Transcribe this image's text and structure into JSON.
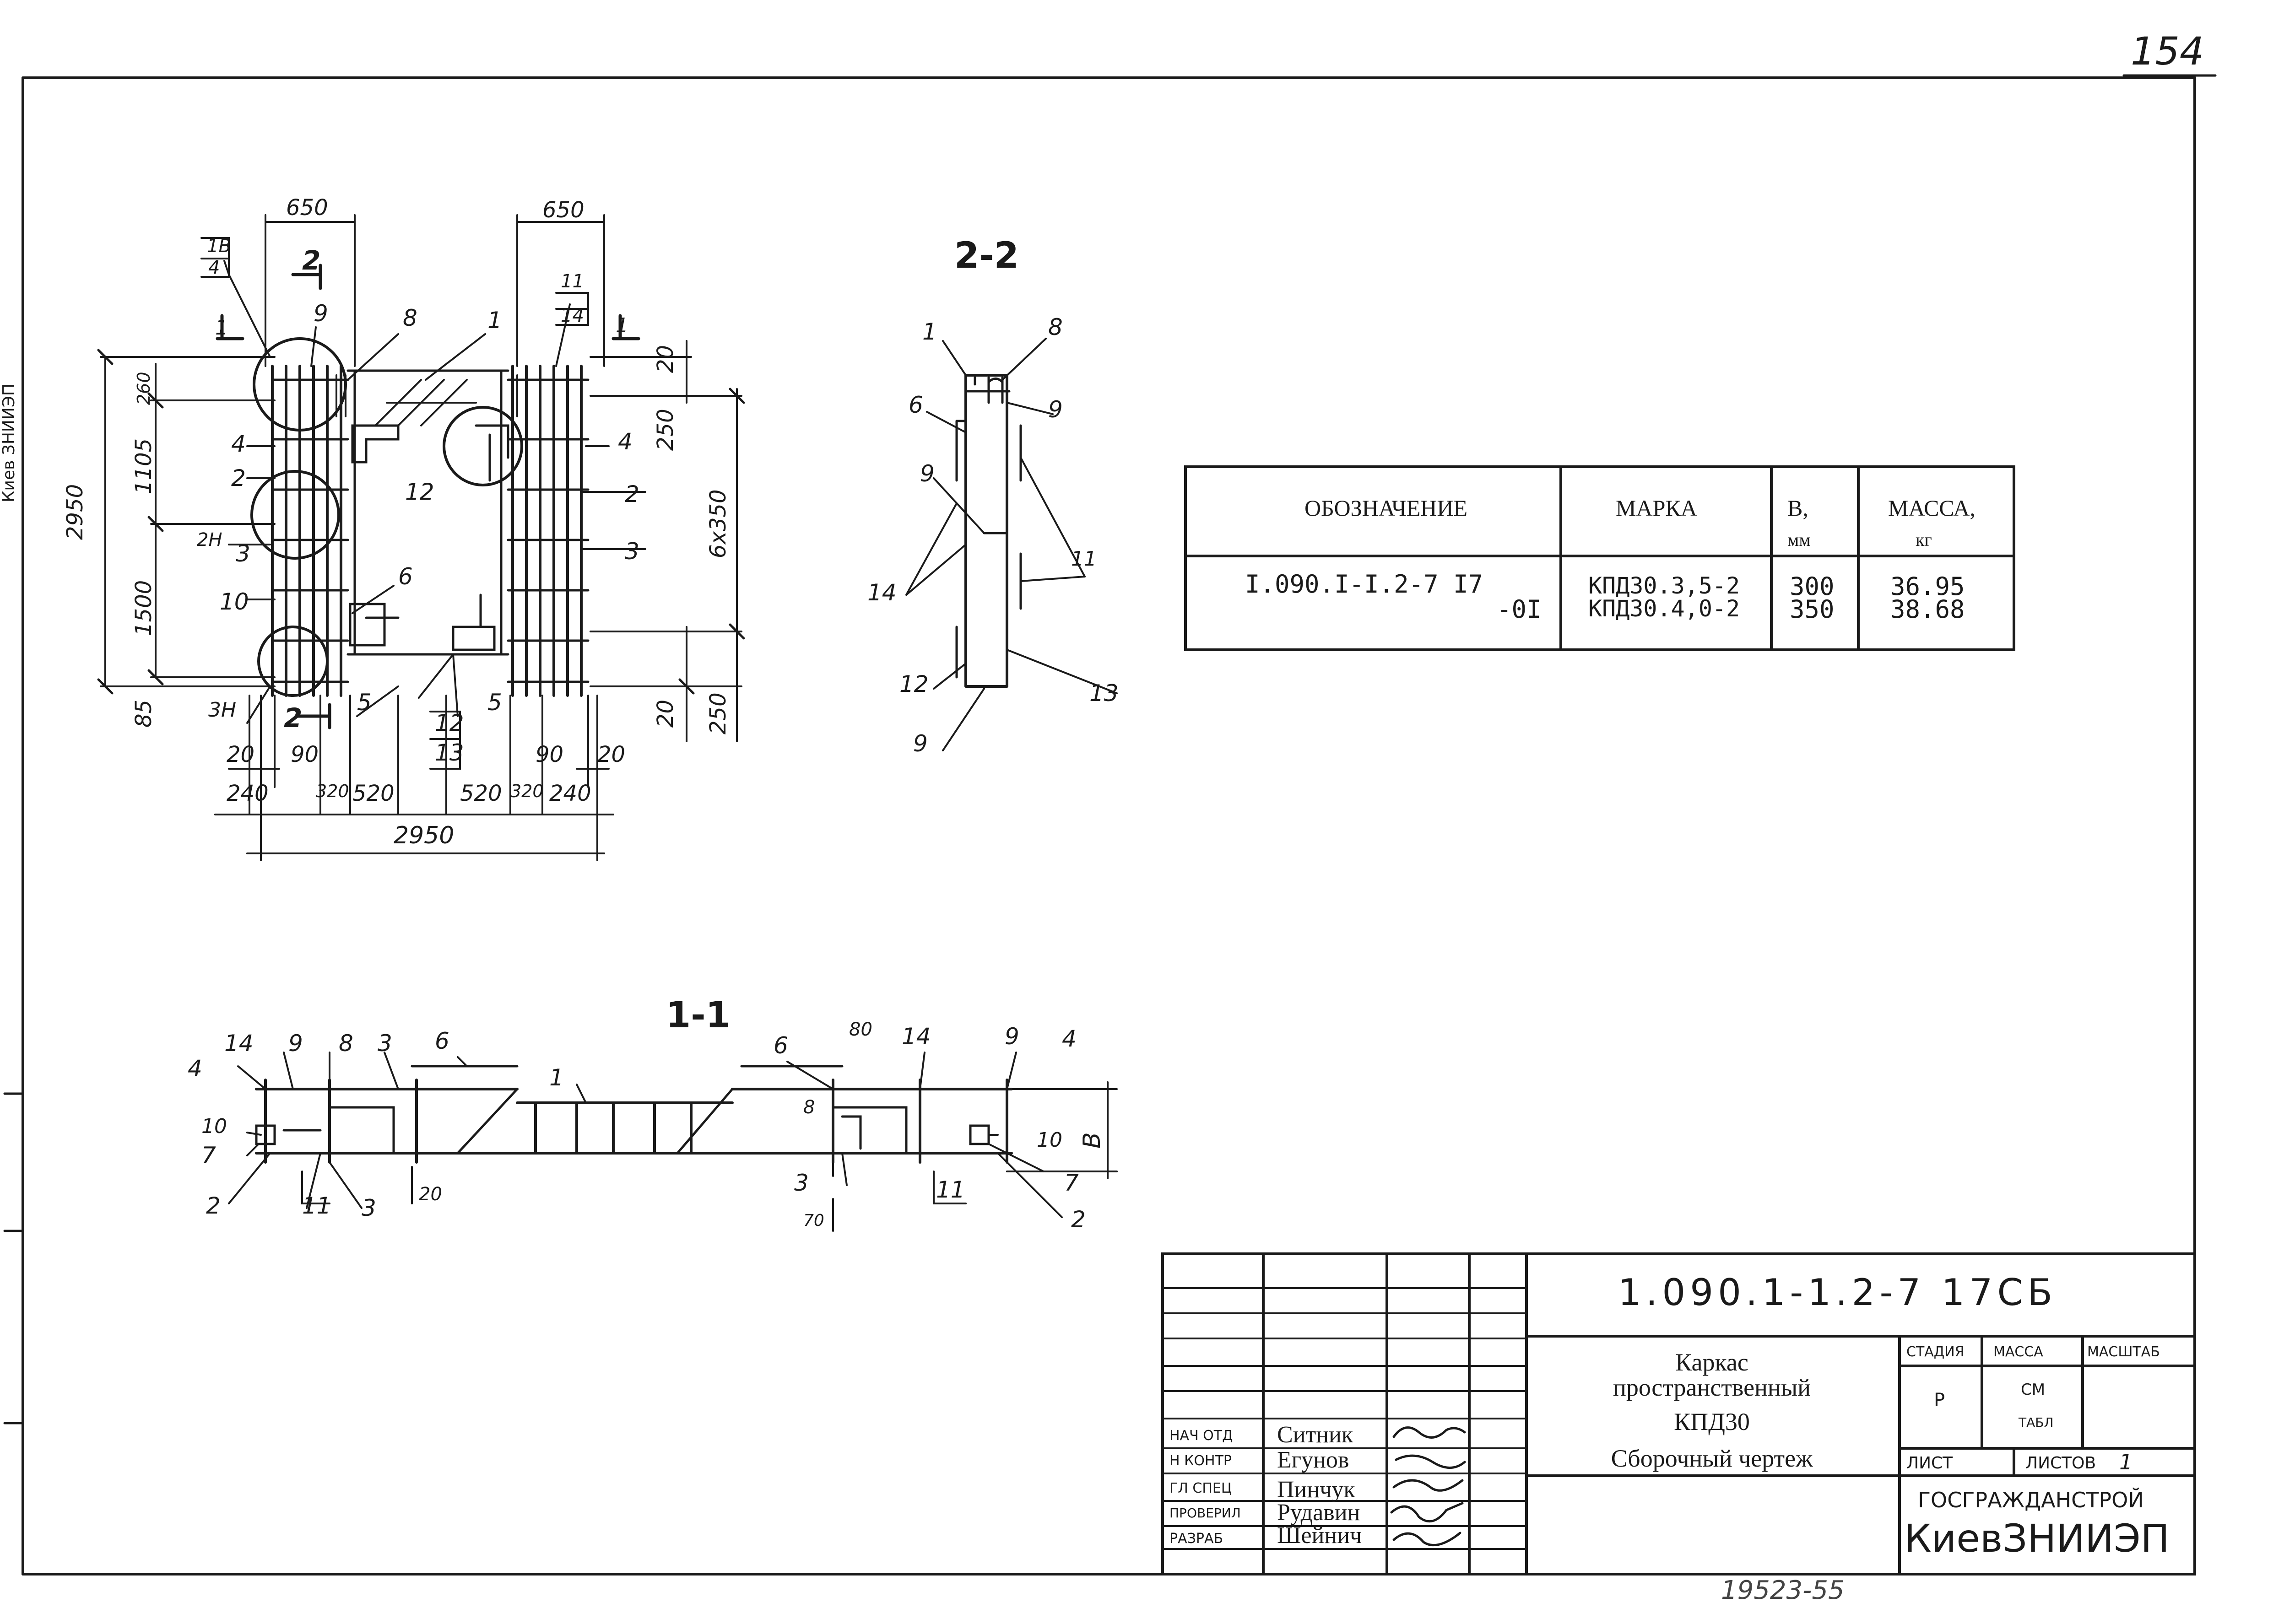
{
  "page": {
    "sheet_number": "154",
    "side_stamp": "Киев ЗНИИЭП",
    "archive_number": "19523-55"
  },
  "plan_view": {
    "dimensions": {
      "top_left": "650",
      "top_right": "650",
      "height_total": "2950",
      "height_top": "1105",
      "height_bottom": "1500",
      "top_offset": "260",
      "bottom_offset": "85",
      "right_top": "20",
      "right_250_top": "250",
      "right_spacing": "6x350",
      "right_20_bottom": "20",
      "right_250_bottom": "250",
      "b20_left": "20",
      "b90_left": "90",
      "b90_right": "90",
      "b20_right": "20",
      "b240_left": "240",
      "b320_left": "320",
      "b520_left": "520",
      "b520_right": "520",
      "b320_right": "320",
      "b240_right": "240",
      "width_total": "2950"
    },
    "callouts": {
      "frac_left_top": "1В",
      "frac_left_bot": "4",
      "frac_right_top": "11",
      "frac_right_bot": "14",
      "frac_bottom_top": "12",
      "frac_bottom_bot": "13",
      "cut_1_left": "1",
      "cut_1_right": "1",
      "cut_2_top": "2",
      "cut_2_bottom": "2",
      "n9": "9",
      "n8": "8",
      "n1": "1",
      "n4_left": "4",
      "n2_left": "2",
      "n2h": "2Н",
      "n3_left": "3",
      "n10": "10",
      "n12": "12",
      "n6": "6",
      "n4_right": "4",
      "n2_right": "2",
      "n3_right": "3",
      "n3h": "3Н",
      "n5_left": "5",
      "n5_right": "5"
    }
  },
  "section_2_2": {
    "title": "2-2",
    "callouts": {
      "n1": "1",
      "n8": "8",
      "n6": "6",
      "n9_top": "9",
      "n9_mid": "9",
      "n14": "14",
      "n11": "11",
      "n12": "12",
      "n13": "13",
      "n9_bot": "9"
    }
  },
  "section_1_1": {
    "title": "1-1",
    "callouts": {
      "n14_l": "14",
      "n9_l": "9",
      "n8_l": "8",
      "n3_l": "3",
      "n6_l": "6",
      "n1": "1",
      "n4_l": "4",
      "n10_l": "10",
      "n7_l": "7",
      "n2_l": "2",
      "n11_l": "11",
      "n3_lb": "3",
      "d20": "20",
      "n6_r": "6",
      "d80": "80",
      "n14_r": "14",
      "n9_r": "9",
      "n4_r": "4",
      "n8_r": "8",
      "dim_b": "В",
      "n10_r": "10",
      "n7_r": "7",
      "n3_r": "3",
      "n11_r": "11",
      "n2_r": "2",
      "d70": "70"
    }
  },
  "spec_table": {
    "headers": {
      "designation": "ОБОЗНАЧЕНИЕ",
      "mark": "МАРКА",
      "b": "В,",
      "b_unit": "мм",
      "mass": "МАССА,",
      "mass_unit": "кг"
    },
    "rows": [
      {
        "designation": "I.090.I-I.2-7 I7",
        "mark": "КПД30.3,5-2",
        "b": "300",
        "mass": "36.95"
      },
      {
        "designation": "-0I",
        "mark": "КПД30.4,0-2",
        "b": "350",
        "mass": "38.68"
      }
    ]
  },
  "title_block": {
    "doc_code": "1.090.1-1.2-7 17СБ",
    "description": [
      "Каркас",
      "пространственный",
      "КПД30",
      "Сборочный чертеж"
    ],
    "stage_header": "СТАДИЯ",
    "mass_header": "МАССА",
    "scale_header": "МАСШТАБ",
    "stage_value": "Р",
    "mass_value": "СМ",
    "mass_value2": "ТАБЛ",
    "sheet_label": "ЛИСТ",
    "sheets_label": "ЛИСТОВ",
    "sheets_value": "1",
    "org_top": "ГОСГРАЖДАНСТРОЙ",
    "org_bottom": "КиевЗНИИЭП",
    "signatures": [
      {
        "role": "НАЧ ОТД",
        "name": "Ситник"
      },
      {
        "role": "Н КОНТР",
        "name": "Егунов"
      },
      {
        "role": "ГЛ СПЕЦ",
        "name": "Пинчук"
      },
      {
        "role": "ПРОВЕРИЛ",
        "name": "Рудавин"
      },
      {
        "role": "РАЗРАБ",
        "name": "Шейнич"
      }
    ]
  }
}
